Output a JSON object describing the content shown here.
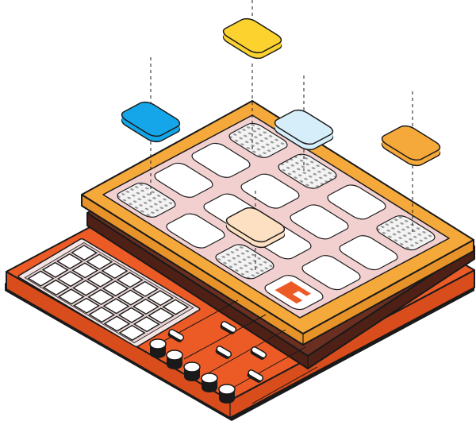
{
  "illustration": {
    "subject": "isometric-drum-machine",
    "colors": {
      "base": "#ec5a26",
      "base_side": "#d94c1c",
      "brown_layer": "#6a2f20",
      "tray": "#f6a93b",
      "tray_inner": "#f2d0d0",
      "pad": "#ffffff",
      "outline": "#1a1a1a",
      "tile_yellow": "#fbd22e",
      "tile_blue": "#14a6e8",
      "tile_lightblue": "#d5eefa",
      "tile_orange": "#f6a93b",
      "tile_peach": "#fde0c2",
      "logo": "#ec5a26"
    },
    "pad_grid": {
      "rows": 4,
      "cols": 4,
      "dotted_pads": [
        [
          0,
          0
        ],
        [
          3,
          0
        ],
        [
          3,
          1
        ],
        [
          3,
          3
        ],
        [
          0,
          2
        ]
      ],
      "logo_pad": [
        0,
        3
      ]
    },
    "keyboard": {
      "rows": 4,
      "cols": 7
    },
    "knobs": 5,
    "sliders": 5,
    "floating_tiles": [
      "tile_yellow",
      "tile_blue",
      "tile_lightblue",
      "tile_orange",
      "tile_peach"
    ],
    "icons": [
      "logo-icon"
    ]
  }
}
